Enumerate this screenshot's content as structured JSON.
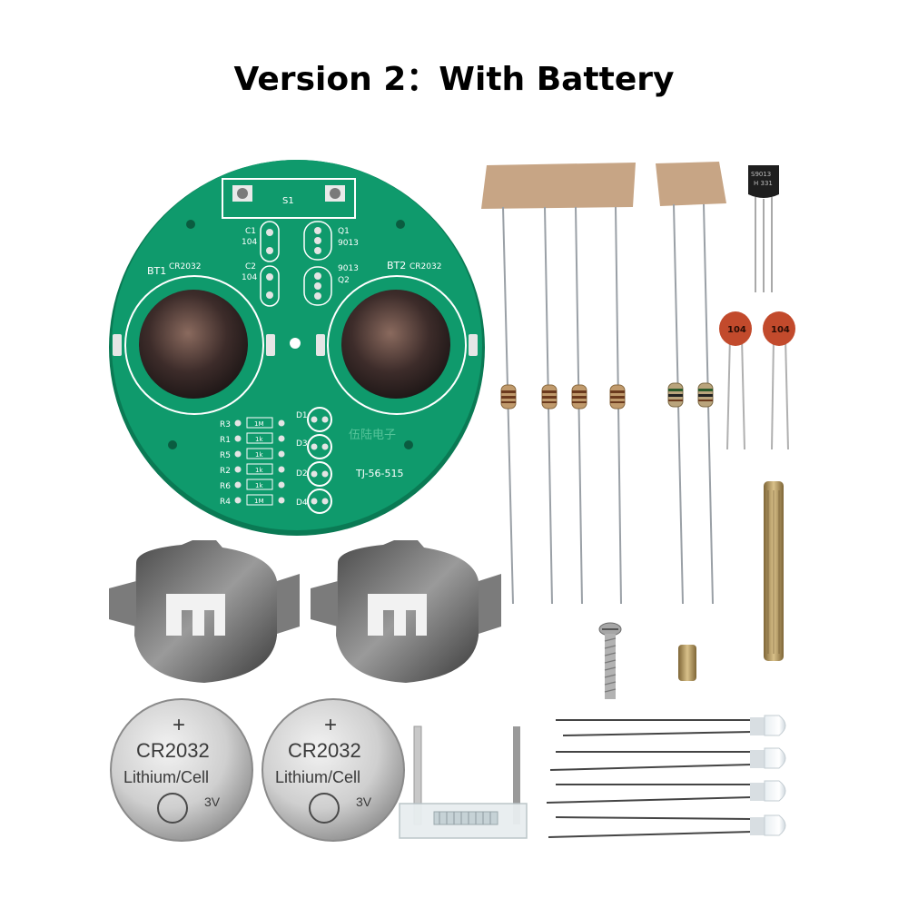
{
  "title": "Version 2：With Battery",
  "colors": {
    "pcb": "#0f9a6c",
    "pcb_edge": "#0a7a54",
    "silk": "#ffffff",
    "metal": "#c8c8c8",
    "brass": "#b59a60",
    "capacitor": "#c24a2c",
    "kraft": "#c7a585"
  },
  "pcb": {
    "switch_label": "S1",
    "c1_label": "C1",
    "c1_value": "104",
    "c2_label": "C2",
    "c2_value": "104",
    "q1_label": "Q1",
    "q1_value": "9013",
    "q2_label": "Q2",
    "q2_value": "9013",
    "bt1_label": "BT1",
    "bt1_type": "CR2032",
    "bt2_label": "BT2",
    "bt2_type": "CR2032",
    "resistors": [
      {
        "ref": "R3",
        "value": "1M"
      },
      {
        "ref": "R1",
        "value": "1k"
      },
      {
        "ref": "R5",
        "value": "1k"
      },
      {
        "ref": "R2",
        "value": "1k"
      },
      {
        "ref": "R6",
        "value": "1k"
      },
      {
        "ref": "R4",
        "value": "1M"
      }
    ],
    "diodes": [
      "D1",
      "D3",
      "D2",
      "D4"
    ],
    "brand": "伍陆电子",
    "model": "TJ-56-515"
  },
  "capacitor_marking": "104",
  "transistor_marking": [
    "S9013",
    "H 331"
  ],
  "battery": {
    "plus": "+",
    "model": "CR2032",
    "type": "Lithium/Cell",
    "voltage": "3V"
  }
}
